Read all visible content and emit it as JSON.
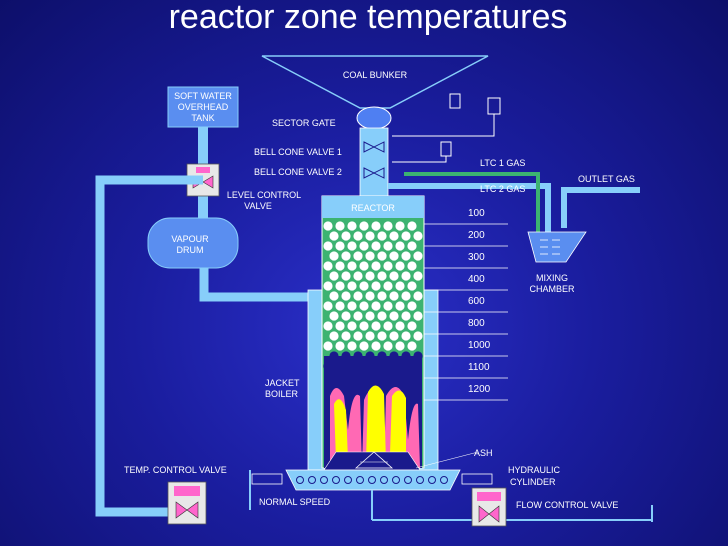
{
  "title": "reactor zone temperatures",
  "labels": {
    "coal_bunker": "COAL BUNKER",
    "soft_water_tank": [
      "SOFT WATER",
      "OVERHEAD",
      "TANK"
    ],
    "sector_gate": "SECTOR GATE",
    "bell_cone_valve_1": "BELL CONE VALVE  1",
    "bell_cone_valve_2": "BELL CONE VALVE  2",
    "level_control_valve": [
      "LEVEL CONTROL",
      "VALVE"
    ],
    "reactor": "REACTOR",
    "vapour_drum": [
      "VAPOUR",
      "DRUM"
    ],
    "ltc_1_gas": "LTC 1 GAS",
    "ltc_2_gas": "LTC 2 GAS",
    "outlet_gas": "OUTLET GAS",
    "mixing_chamber": [
      "MIXING",
      "CHAMBER"
    ],
    "jacket_boiler": [
      "JACKET",
      "BOILER"
    ],
    "ash": "ASH",
    "temp_control_valve": "TEMP. CONTROL VALVE",
    "hydraulic_cylinder": [
      "HYDRAULIC",
      "CYLINDER"
    ],
    "normal_speed": "NORMAL  SPEED",
    "flow_control_valve": "FLOW CONTROL VALVE"
  },
  "temperature_zones": [
    "100",
    "200",
    "300",
    "400",
    "600",
    "800",
    "1000",
    "1100",
    "1200"
  ],
  "colors": {
    "background": "#1a1d9e",
    "pipe": "#87cefa",
    "reactor_wall": "#87cefa",
    "coal_fill": "#3cb371",
    "coal_pellet": "#ffffff",
    "flame_pink": "#ff69b4",
    "flame_yellow": "#ffff00",
    "valve_pink": "#ff66cc",
    "dark_blue": "#1a1a8c"
  }
}
